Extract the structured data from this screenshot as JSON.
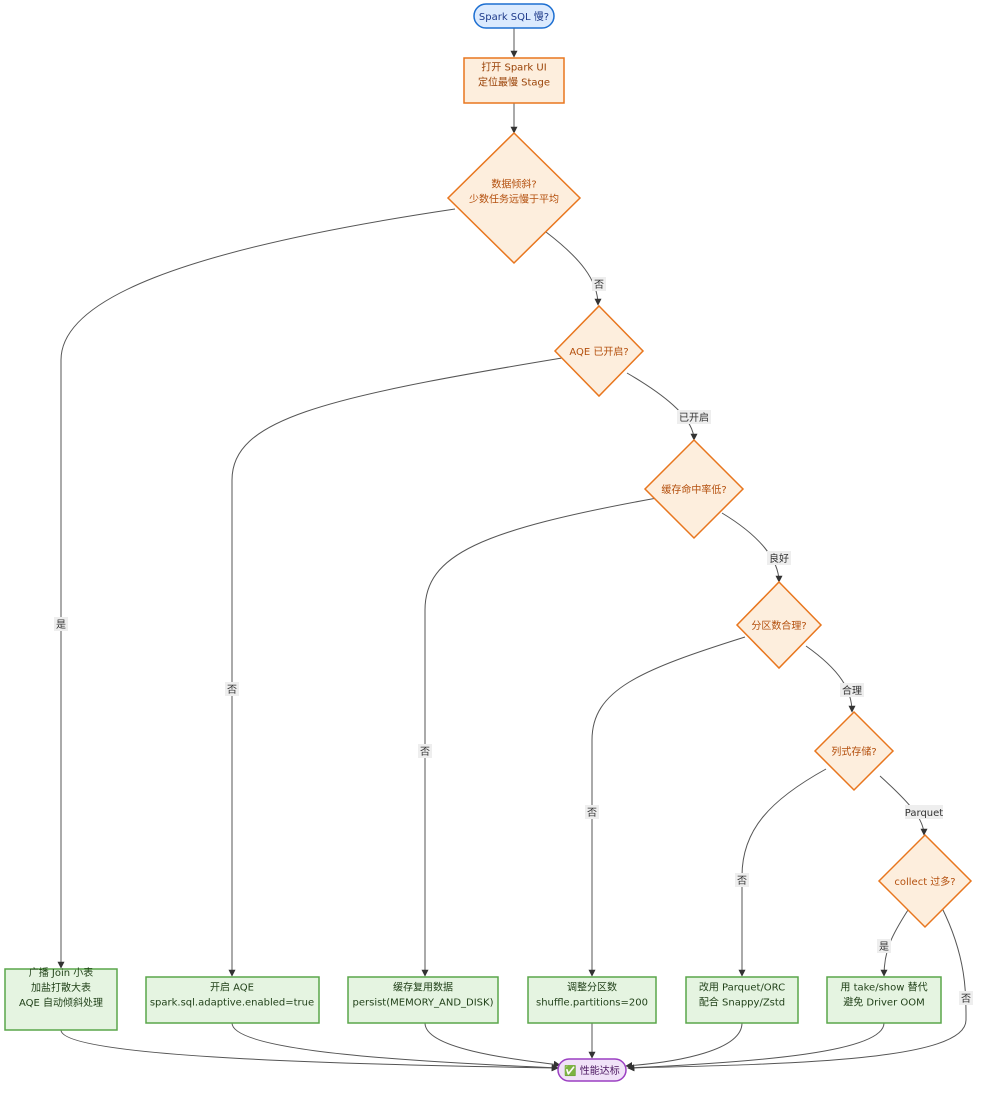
{
  "colors": {
    "start_fill": "#dbeafe",
    "start_stroke": "#1d6fd1",
    "start_text": "#1e3a8a",
    "process_fill": "#fdeedd",
    "process_stroke": "#e8761e",
    "process_text": "#9a4308",
    "decision_fill": "#fdeedd",
    "decision_stroke": "#e8761e",
    "decision_text": "#b4500e",
    "fix_fill": "#e5f4e1",
    "fix_stroke": "#5aa64a",
    "fix_text": "#1f3f17",
    "end_fill": "#f0e2f8",
    "end_stroke": "#9b3fc2",
    "end_text": "#4a1760",
    "edge": "#555555",
    "edge_label_bg": "#eeeeee"
  },
  "nodes": {
    "start": {
      "lines": [
        "Spark SQL 慢?"
      ]
    },
    "open_ui": {
      "lines": [
        "打开 Spark UI",
        "定位最慢 Stage"
      ]
    },
    "skew": {
      "lines": [
        "数据倾斜?",
        "少数任务远慢于平均"
      ]
    },
    "aqe": {
      "lines": [
        "AQE 已开启?"
      ]
    },
    "cache": {
      "lines": [
        "缓存命中率低?"
      ]
    },
    "partitions": {
      "lines": [
        "分区数合理?"
      ]
    },
    "columnar": {
      "lines": [
        "列式存储?"
      ]
    },
    "collect": {
      "lines": [
        "collect 过多?"
      ]
    },
    "fix_skew": {
      "lines": [
        "广播 Join 小表",
        "加盐打散大表",
        "AQE 自动倾斜处理"
      ]
    },
    "fix_aqe": {
      "lines": [
        "开启 AQE",
        "spark.sql.adaptive.enabled=true"
      ]
    },
    "fix_cache": {
      "lines": [
        "缓存复用数据",
        "persist(MEMORY_AND_DISK)"
      ]
    },
    "fix_partitions": {
      "lines": [
        "调整分区数",
        "shuffle.partitions=200"
      ]
    },
    "fix_columnar": {
      "lines": [
        "改用 Parquet/ORC",
        "配合 Snappy/Zstd"
      ]
    },
    "fix_collect": {
      "lines": [
        "用 take/show 替代",
        "避免 Driver OOM"
      ]
    },
    "end": {
      "lines": [
        "✅ 性能达标"
      ]
    }
  },
  "edges": {
    "skew_yes": "是",
    "skew_no": "否",
    "aqe_no": "否",
    "aqe_yes": "已开启",
    "cache_no": "否",
    "cache_good": "良好",
    "part_no": "否",
    "part_ok": "合理",
    "col_no": "否",
    "col_parquet": "Parquet",
    "collect_yes": "是",
    "collect_no": "否"
  }
}
